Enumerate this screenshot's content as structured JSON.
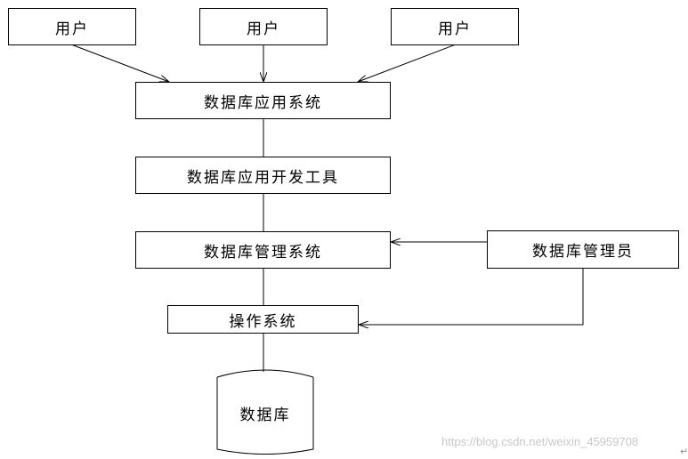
{
  "users": [
    "用户",
    "用户",
    "用户"
  ],
  "layers": {
    "app_system": "数据库应用系统",
    "dev_tools": "数据库应用开发工具",
    "dbms": "数据库管理系统",
    "os": "操作系统",
    "database": "数据库"
  },
  "dba": "数据库管理员",
  "watermark": "https://blog.csdn.net/weixin_45959708",
  "return_mark": "↵"
}
